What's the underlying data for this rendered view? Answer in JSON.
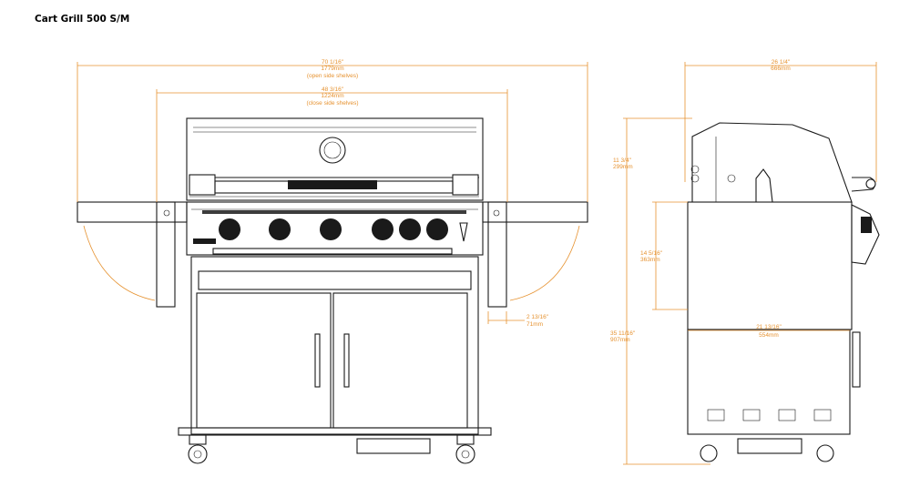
{
  "title": "Cart Grill 500 S/M",
  "dimensions": {
    "overall_width": {
      "imperial": "70 1/16\"",
      "metric": "1779mm",
      "note": "(open side shelves)"
    },
    "closed_width": {
      "imperial": "48 3/16\"",
      "metric": "1224mm",
      "note": "(close side shelves)"
    },
    "shelf_overhang": {
      "imperial": "2 13/16\"",
      "metric": "71mm"
    },
    "depth": {
      "imperial": "26 1/4\"",
      "metric": "666mm"
    },
    "lid_height": {
      "imperial": "11 3/4\"",
      "metric": "299mm"
    },
    "body_height": {
      "imperial": "14 5/16\"",
      "metric": "363mm"
    },
    "total_height": {
      "imperial": "35 11/16\"",
      "metric": "907mm"
    },
    "cart_depth": {
      "imperial": "21 13/16\"",
      "metric": "554mm"
    }
  },
  "colors": {
    "dimension": "#e69230",
    "line": "#1a1a1a"
  }
}
